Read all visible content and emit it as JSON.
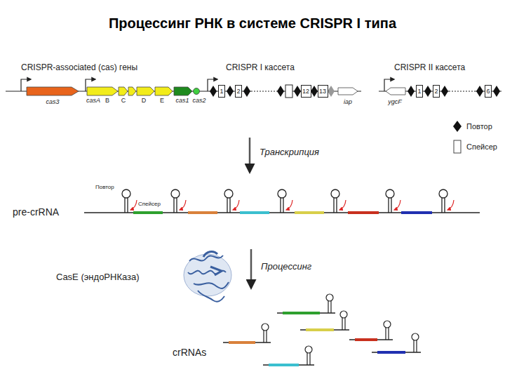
{
  "diagram": {
    "title": "Процессинг РНК в системе CRISPR I типа",
    "nodes": [
      {
        "text": [
          "1"
        ]
      },
      {
        "text": [
          "2"
        ]
      },
      {
        "text": [
          "12"
        ]
      },
      {
        "text": [
          "13"
        ]
      },
      {
        "text": [
          "1"
        ]
      },
      {
        "text": [
          "2"
        ]
      },
      {
        "text": [
          "6"
        ]
      }
    ],
    "labels": [
      "CRISPR-associated (cas) гены",
      "CRISPR I кассета",
      "CRISPR II кассета",
      "cas3",
      "casA",
      "B",
      "C",
      "D",
      "E",
      "cas1",
      "cas2",
      "iap",
      "ygcF",
      "Транскрипция",
      "Повтор",
      "Спейсер",
      "pre-crRNA",
      "CasE (эндоРНКаза)",
      "Процессинг",
      "crRNAs"
    ],
    "legend": [
      {
        "text": "Повтор"
      },
      {
        "text": "Спейсер"
      }
    ]
  }
}
